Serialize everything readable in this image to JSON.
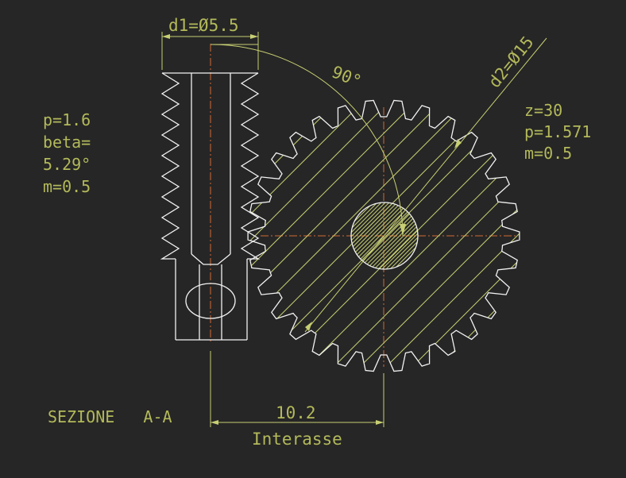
{
  "worm": {
    "dim_diameter": "d1=Ø5.5",
    "pitch": "p=1.6",
    "beta_label": "beta=",
    "beta_value": "5.29°",
    "module": "m=0.5"
  },
  "wheel": {
    "dim_diameter": "d2=Ø15",
    "teeth": "z=30",
    "pitch": "p=1.571",
    "module": "m=0.5"
  },
  "angle_label": "90°",
  "section_label": "SEZIONE   A-A",
  "center_distance": {
    "value": "10.2",
    "label": "Interasse"
  },
  "colors": {
    "background": "#262626",
    "geometry": "#f2f2f2",
    "dimension": "#c7cf72",
    "center_line": "#d36a34"
  }
}
